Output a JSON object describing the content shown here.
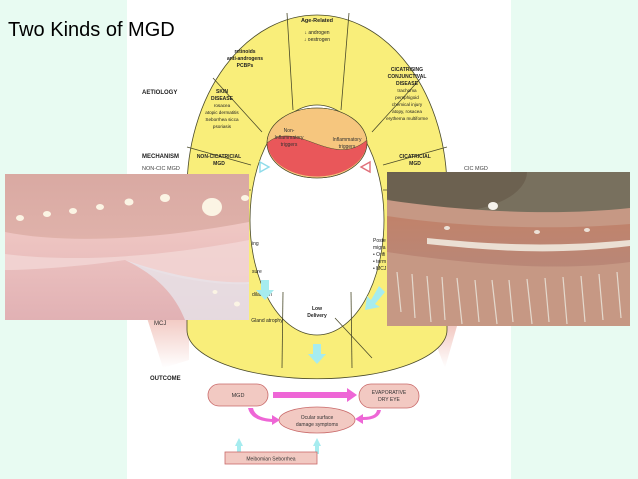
{
  "slide": {
    "title": "Two Kinds of MGD"
  },
  "diagram": {
    "row_labels": {
      "aetiology": "AETIOLOGY",
      "mechanism": "MECHANISM",
      "outcome": "OUTCOME"
    },
    "side_labels": {
      "non_cic": "NON-CIC MGD",
      "cic": "CIC MGD",
      "mcj": "MCJ"
    },
    "segments": {
      "top": {
        "title": "Age-Related",
        "line1": "↓ androgen",
        "line2": "↓ oestrogen"
      },
      "upper_left": {
        "line1": "retinoids",
        "line2": "anti-androgens",
        "line3": "PCBPs"
      },
      "skin": {
        "title1": "SKIN",
        "title2": "DISEASE",
        "line1": "rosacea",
        "line2": "atopic dermatitis",
        "line3": "Seborrhea sicca",
        "line4": "psoriasis"
      },
      "cicatrising": {
        "title1": "CICATRISING",
        "title2": "CONJUNCTIVAL",
        "title3": "DISEASE",
        "line1": "trachoma",
        "line2": "pemphigoid",
        "line3": "chemical injury",
        "line4": "atopy, rosacea",
        "line5": "erythema multiforme"
      },
      "non_cicatricial": {
        "line1": "NON-CICATRICIAL",
        "line2": "MGD"
      },
      "cicatricial": {
        "line1": "CICATRICIAL",
        "line2": "MGD"
      },
      "low_delivery": {
        "line1": "Low",
        "line2": "Delivery"
      },
      "gland_atrophy": "Gland atrophy",
      "fragments": {
        "ing": "ing",
        "sure": "sure",
        "dilatation": "dilatation",
        "poste": "Poste",
        "migra": "migra",
        "b1": "• Orifi",
        "b2": "• term",
        "b3": "• MCJ"
      }
    },
    "center": {
      "left1": "Non-",
      "left2": "Inflammatory",
      "left3": "triggers",
      "right1": "Inflammatory",
      "right2": "triggers"
    },
    "outcome": {
      "mgd": "MGD",
      "evaporative1": "EVAPORATIVE",
      "evaporative2": "DRY EYE",
      "ocular1": "Ocular surface",
      "ocular2": "damage symptoms",
      "seborrhea": "Meibomian Seborrhea"
    },
    "colors": {
      "ring": "#f9ee7a",
      "ring_stroke": "#4a4a2a",
      "pink": "#f2c9c2",
      "arrow_cyan": "#a6ecef",
      "arrow_magenta": "#ee66d6",
      "center_orange": "#f6c67e",
      "center_red": "#e9575a"
    }
  },
  "photos": [
    {
      "name": "non-cicatricial-eyelid-photo",
      "icon": "eyelid-photo-pinkish"
    },
    {
      "name": "cicatricial-eyelid-photo",
      "icon": "eyelid-photo-lashes"
    }
  ]
}
